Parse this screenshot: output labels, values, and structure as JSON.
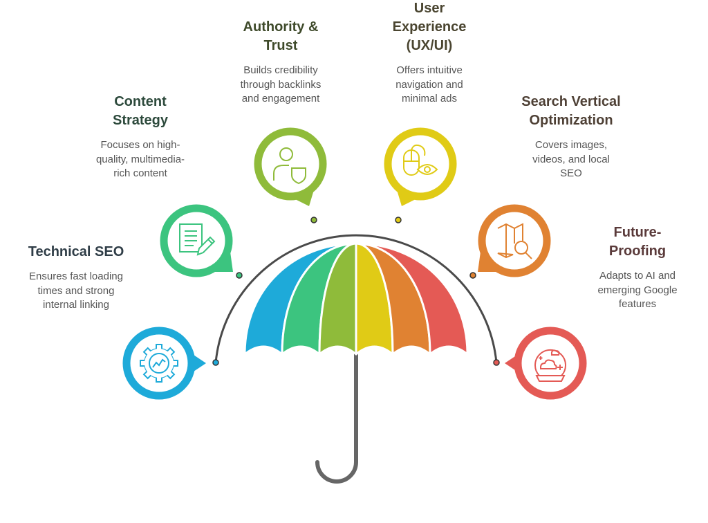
{
  "diagram_title": "",
  "colors": {
    "blue": "#1eaad9",
    "green": "#3cc47f",
    "lime": "#8fbb3a",
    "yellow": "#e0cb16",
    "orange": "#e08232",
    "red": "#e45a55",
    "arc": "#4a4a4a",
    "handle": "#666666"
  },
  "items": [
    {
      "title_lines": [
        "Technical SEO"
      ],
      "desc_lines": [
        "Ensures fast loading",
        "times and strong",
        "internal linking"
      ],
      "icon": "gear-chart-icon",
      "color": "#1eaad9",
      "title_color": "#2f3d47"
    },
    {
      "title_lines": [
        "Content",
        "Strategy"
      ],
      "desc_lines": [
        "Focuses on high-",
        "quality, multimedia-",
        "rich content"
      ],
      "icon": "document-pencil-icon",
      "color": "#3cc47f",
      "title_color": "#2d4a3c"
    },
    {
      "title_lines": [
        "Authority &",
        "Trust"
      ],
      "desc_lines": [
        "Builds credibility",
        "through backlinks",
        "and engagement"
      ],
      "icon": "user-shield-icon",
      "color": "#8fbb3a",
      "title_color": "#3e4a2a"
    },
    {
      "title_lines": [
        "User",
        "Experience",
        "(UX/UI)"
      ],
      "desc_lines": [
        "Offers intuitive",
        "navigation and",
        "minimal ads"
      ],
      "icon": "mouse-eye-icon",
      "color": "#e0cb16",
      "title_color": "#4a4530"
    },
    {
      "title_lines": [
        "Search Vertical",
        "Optimization"
      ],
      "desc_lines": [
        "Covers images,",
        "videos, and local",
        "SEO"
      ],
      "icon": "map-search-icon",
      "color": "#e08232",
      "title_color": "#4e4035"
    },
    {
      "title_lines": [
        "Future-",
        "Proofing"
      ],
      "desc_lines": [
        "Adapts to AI and",
        "emerging Google",
        "features"
      ],
      "icon": "crystal-ball-icon",
      "color": "#e45a55",
      "title_color": "#5a3a3a"
    }
  ]
}
